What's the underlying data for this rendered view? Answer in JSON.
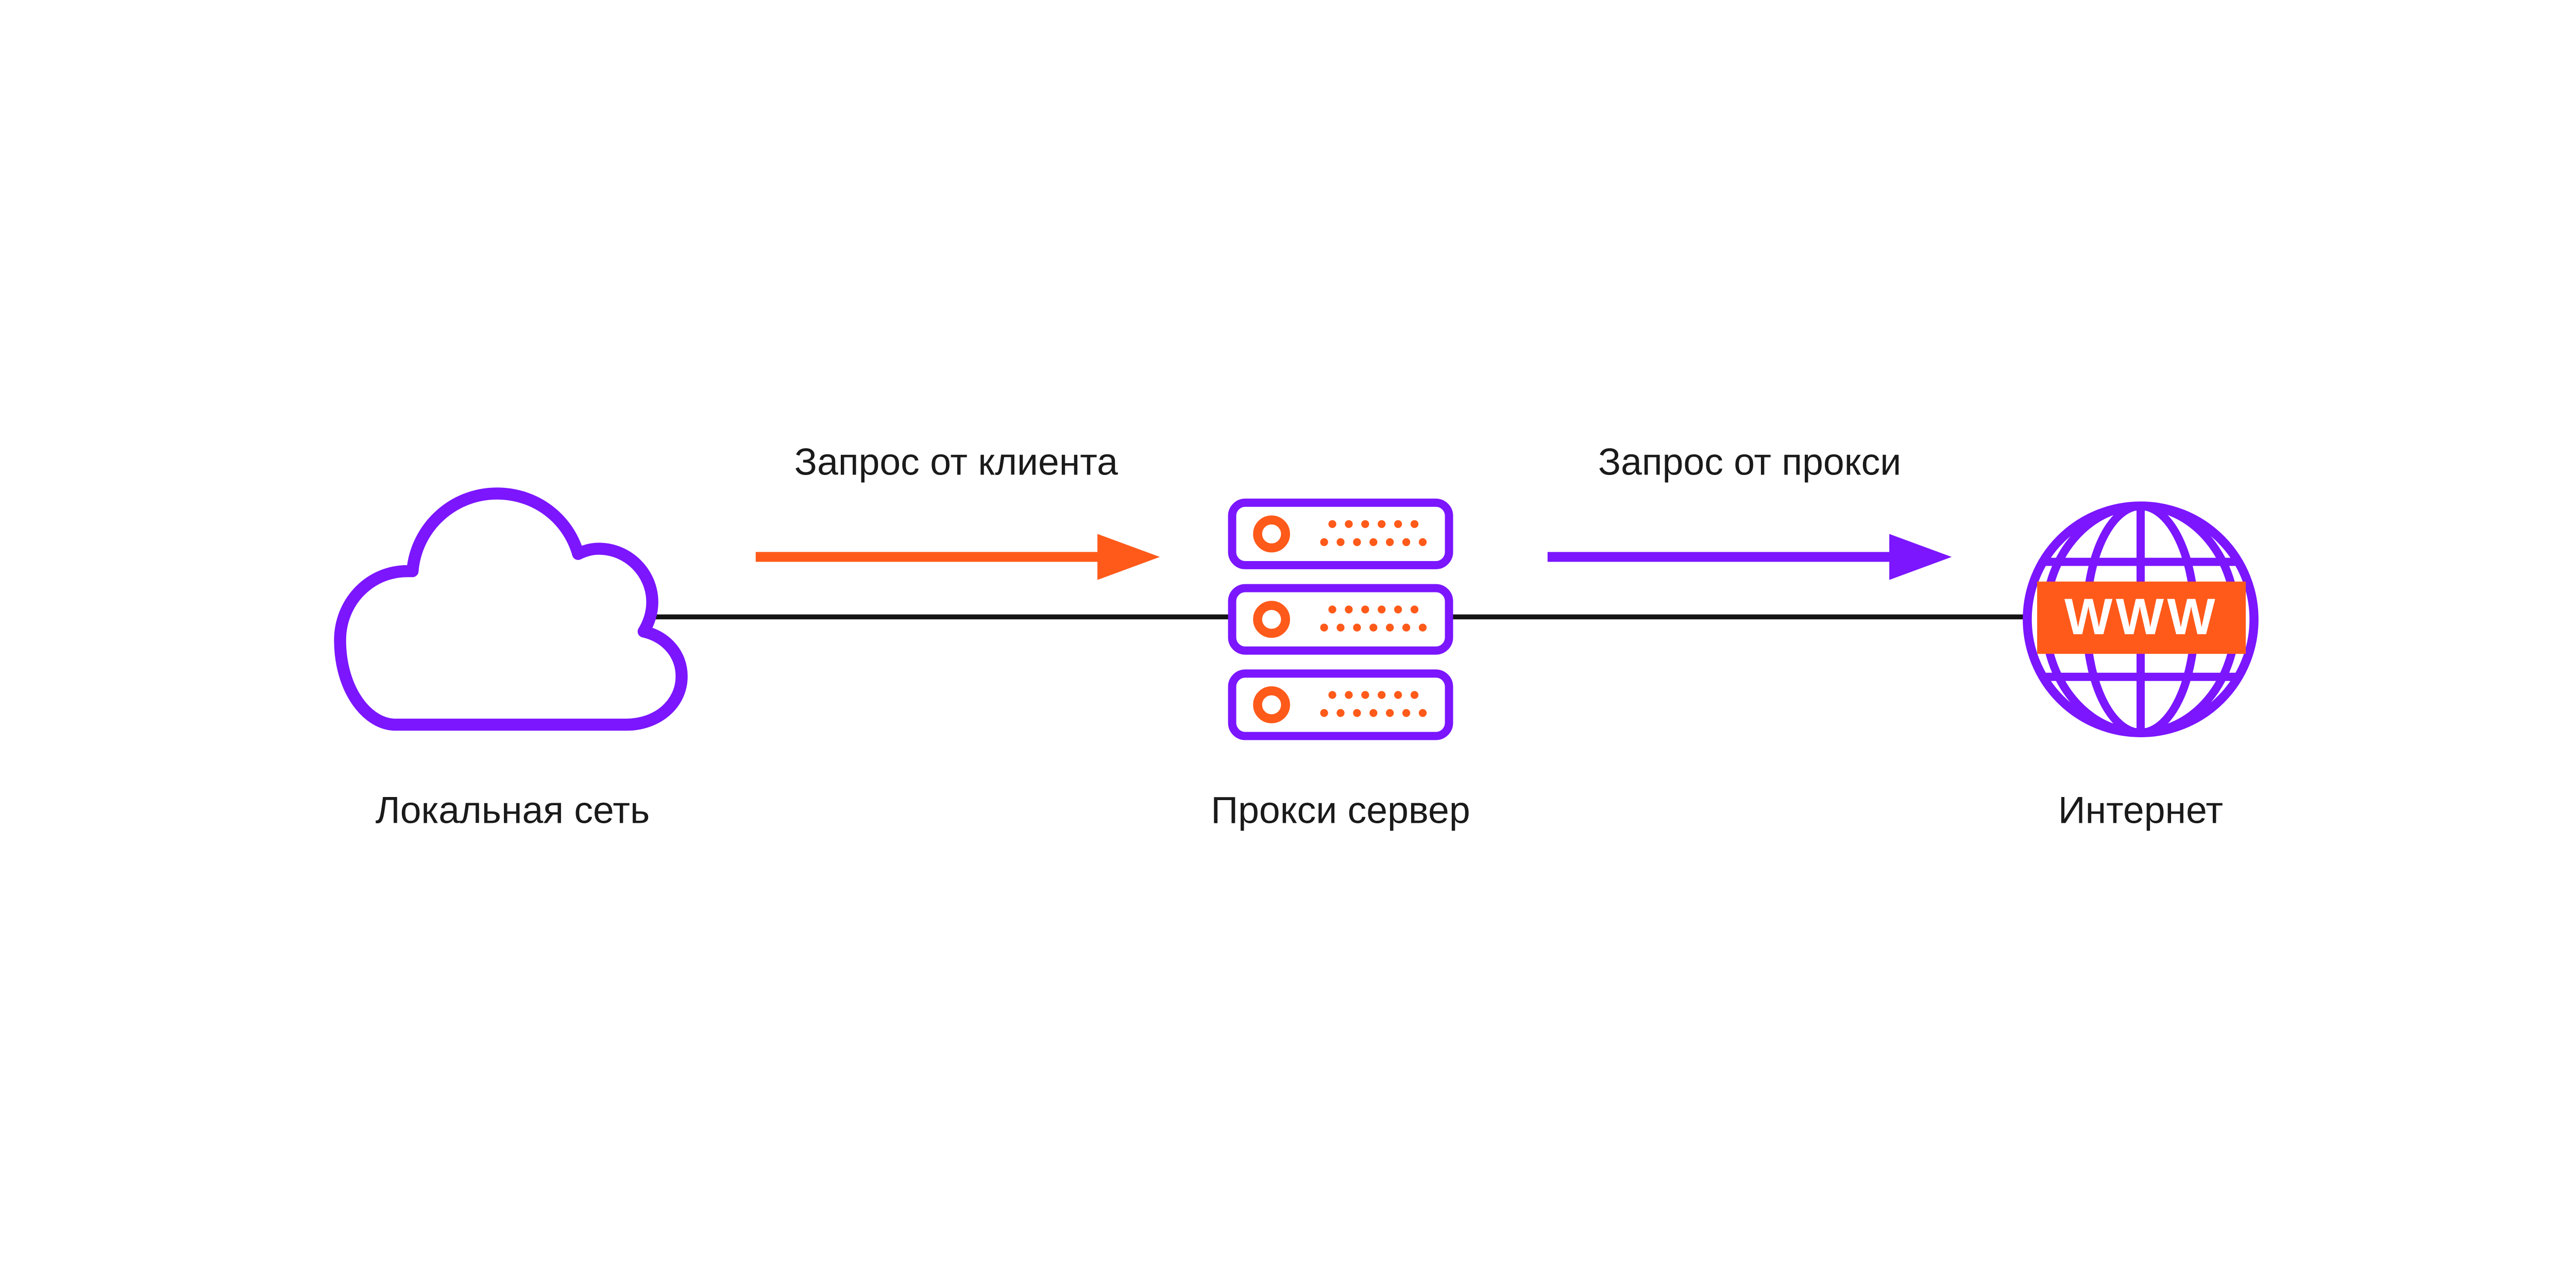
{
  "diagram": {
    "title": "",
    "colors": {
      "purple": "#7B16FF",
      "orange": "#FF5A1A",
      "connector": "#141414",
      "text": "#1A1A1A",
      "badge_text": "#FFFFFF",
      "background": "#FFFFFF"
    },
    "nodes": [
      {
        "id": "local-network",
        "label": "Локальная сеть",
        "icon": "cloud-icon"
      },
      {
        "id": "proxy-server",
        "label": "Прокси сервер",
        "icon": "server-stack-icon"
      },
      {
        "id": "internet",
        "label": "Интернет",
        "icon": "globe-icon",
        "badge": "WWW"
      }
    ],
    "arrows": [
      {
        "id": "client-request",
        "label": "Запрос от клиента",
        "color": "#FF5A1A",
        "from": "local-network",
        "to": "proxy-server"
      },
      {
        "id": "proxy-request",
        "label": "Запрос от прокси",
        "color": "#7B16FF",
        "from": "proxy-server",
        "to": "internet"
      }
    ]
  }
}
